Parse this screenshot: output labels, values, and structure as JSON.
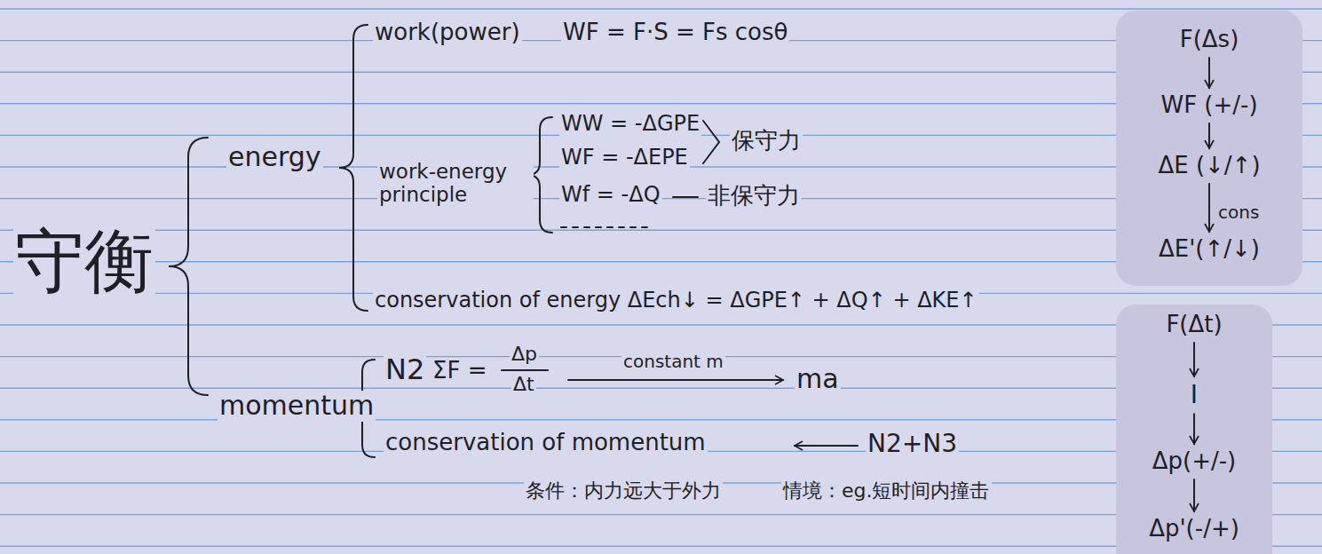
{
  "diagram": {
    "nodes": [
      {
        "text": []
      },
      {
        "text": [
          "F(Δs)"
        ],
        "in": 0
      },
      {
        "text": [
          "WF (+/-)"
        ],
        "in": 0
      },
      {
        "text": [
          "ΔE (↓/↑)"
        ],
        "in": 0
      },
      {
        "text": [
          "ΔE'(↑/↓)"
        ],
        "in": 0
      },
      {
        "text": []
      },
      {
        "text": [
          "F(Δt)"
        ],
        "in": 5
      },
      {
        "text": [
          "I"
        ],
        "in": 5
      },
      {
        "text": [
          "Δp(+/-)"
        ],
        "in": 5
      },
      {
        "text": [
          "Δp'(-/+)"
        ],
        "in": 5
      }
    ],
    "edges": [
      {
        "from": 1,
        "to": 2,
        "arrow": "to"
      },
      {
        "from": 2,
        "to": 3,
        "arrow": "to"
      },
      {
        "from": 3,
        "to": 4,
        "arrow": "to",
        "label": "cons"
      },
      {
        "from": 6,
        "to": 7,
        "arrow": "to"
      },
      {
        "from": 7,
        "to": 8,
        "arrow": "to"
      },
      {
        "from": 8,
        "to": 9,
        "arrow": "to"
      }
    ],
    "labels": [
      "守衡",
      "energy",
      "momentum",
      "work(power)",
      "WF = F·S = Fs cosθ",
      "WW = -ΔGPE",
      "WF = -ΔEPE",
      "保守力",
      "work-energy principle",
      "Wf = -ΔQ",
      "非保守力",
      "conservation of energy ΔEch↓ = ΔGPE↑ + ΔQ↑ + ΔKE↑",
      "N2",
      "ΣF =",
      "Δp",
      "Δt",
      "constant m",
      "ma",
      "conservation of momentum",
      "N2+N3",
      "条件：内力远大于外力",
      "情境：eg.短时间内撞击"
    ]
  }
}
